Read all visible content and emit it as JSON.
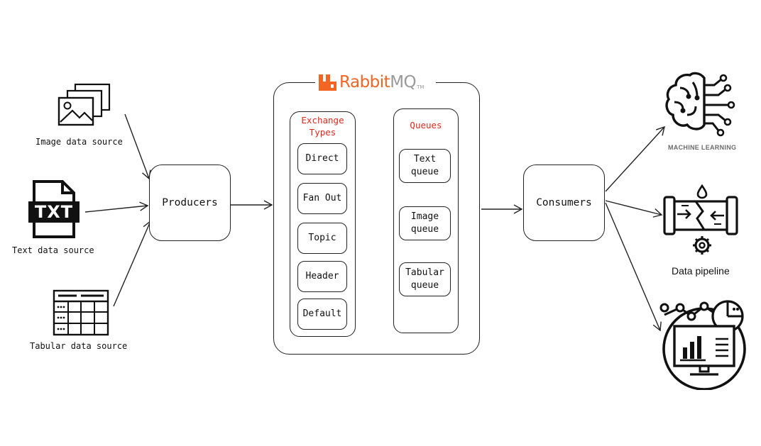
{
  "sources": {
    "image_label": "Image data source",
    "text_label": "Text data source",
    "txt_icon_text": "TXT",
    "tabular_label": "Tabular data source"
  },
  "producers": {
    "label": "Producers"
  },
  "broker": {
    "logo_text_rabbit": "Rabbit",
    "logo_text_mq": "MQ",
    "logo_tm": "TM",
    "logo_color": "#f26522",
    "exchange_title_line1": "Exchange",
    "exchange_title_line2": "Types",
    "exchange_types": [
      "Direct",
      "Fan Out",
      "Topic",
      "Header",
      "Default"
    ],
    "queues_title": "Queues",
    "queues": [
      {
        "line1": "Text",
        "line2": "queue"
      },
      {
        "line1": "Image",
        "line2": "queue"
      },
      {
        "line1": "Tabular",
        "line2": "queue"
      }
    ],
    "title_color": "#e0281e"
  },
  "consumers": {
    "label": "Consumers",
    "targets": [
      {
        "name": "machine-learning",
        "label": "MACHINE LEARNING"
      },
      {
        "name": "data-pipeline",
        "label": "Data pipeline"
      },
      {
        "name": "analytics-dashboard",
        "label": ""
      }
    ]
  }
}
